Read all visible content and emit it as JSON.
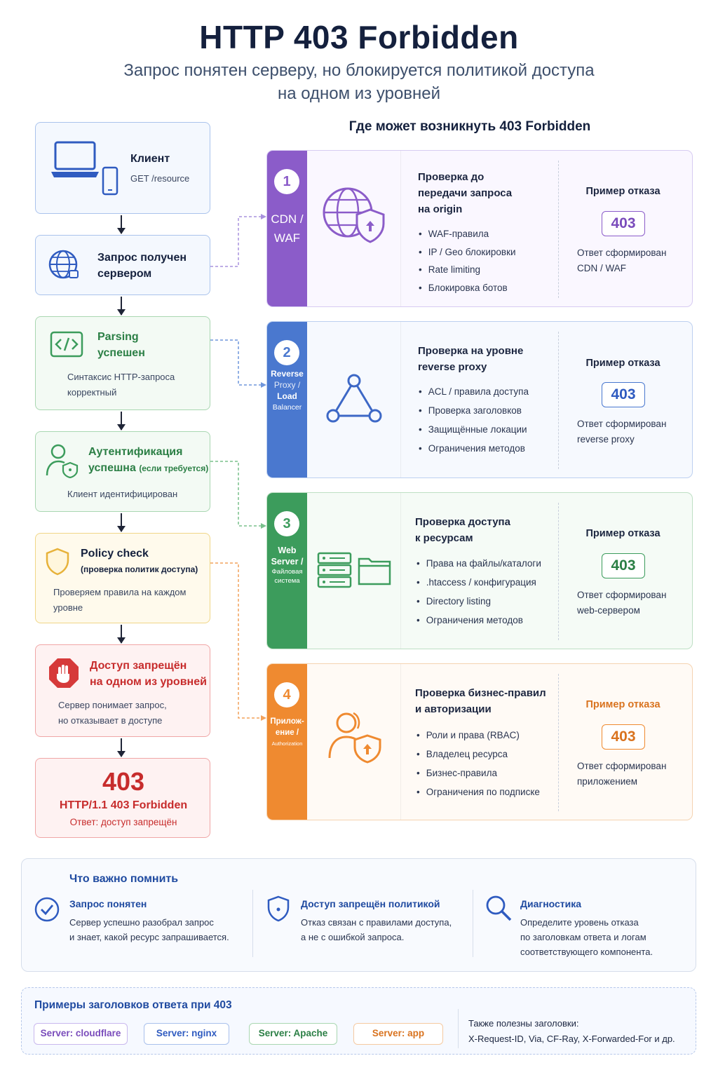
{
  "header": {
    "title": "HTTP 403 Forbidden",
    "subtitle_line1": "Запрос понятен серверу, но блокируется политикой доступа",
    "subtitle_line2": "на одном из уровней"
  },
  "flow": {
    "client": {
      "title": "Клиент",
      "desc": "GET /resource"
    },
    "received": {
      "title_line1": "Запрос получен",
      "title_line2": "сервером"
    },
    "parsing": {
      "title_line1": "Parsing",
      "title_line2": "успешен",
      "desc_line1": "Синтаксис HTTP-запроса",
      "desc_line2": "корректный"
    },
    "auth": {
      "title_line1": "Аутентификация",
      "title_line2": "успешна",
      "title_note": "(если требуется)",
      "desc": "Клиент идентифицирован"
    },
    "policy": {
      "title": "Policy check",
      "title_note": "(проверка политик доступа)",
      "desc_line1": "Проверяем правила на каждом",
      "desc_line2": "уровне"
    },
    "denied": {
      "title_line1": "Доступ запрещён",
      "title_line2": "на одном из уровней",
      "desc_line1": "Сервер понимает запрос,",
      "desc_line2": "но отказывает в доступе"
    },
    "result": {
      "code": "403",
      "status": "HTTP/1.1 403 Forbidden",
      "desc": "Ответ: доступ запрещён"
    }
  },
  "where_title": "Где может возникнуть 403 Forbidden",
  "layers": [
    {
      "num": "1",
      "label_line1": "CDN /",
      "label_line2": "WAF",
      "title_line1": "Проверка до",
      "title_line2": "передачи запроса",
      "title_line3": "на origin",
      "items": [
        "WAF-правила",
        "IP / Geo блокировки",
        "Rate limiting",
        "Блокировка ботов"
      ],
      "example_label": "Пример отказа",
      "code": "403",
      "resp_line1": "Ответ сформирован",
      "resp_line2": "CDN / WAF"
    },
    {
      "num": "2",
      "label_line1": "Reverse",
      "label_line2": "Proxy /",
      "label_line3": "Load",
      "label_line4": "Balancer",
      "title_line1": "Проверка на уровне",
      "title_line2": "reverse proxy",
      "items": [
        "ACL / правила доступа",
        "Проверка заголовков",
        "Защищённые локации",
        "Ограничения методов"
      ],
      "example_label": "Пример отказа",
      "code": "403",
      "resp_line1": "Ответ сформирован",
      "resp_line2": "reverse proxy"
    },
    {
      "num": "3",
      "label_line1": "Web",
      "label_line2": "Server /",
      "label_line3": "Файловая",
      "label_line4": "система",
      "title_line1": "Проверка доступа",
      "title_line2": "к ресурсам",
      "items": [
        "Права на файлы/каталоги",
        ".htaccess / конфигурация",
        "Directory listing",
        "Ограничения методов"
      ],
      "example_label": "Пример отказа",
      "code": "403",
      "resp_line1": "Ответ сформирован",
      "resp_line2": "web-сервером"
    },
    {
      "num": "4",
      "label_line1": "Прилож-",
      "label_line2": "ение /",
      "label_line3": "Authorization",
      "title_line1": "Проверка бизнес-правил",
      "title_line2": "и авторизации",
      "items": [
        "Роли и права (RBAC)",
        "Владелец ресурса",
        "Бизнес-правила",
        "Ограничения по подписке"
      ],
      "example_label": "Пример отказа",
      "code": "403",
      "resp_line1": "Ответ сформирован",
      "resp_line2": "приложением"
    }
  ],
  "remember": {
    "title": "Что важно помнить",
    "cols": [
      {
        "icon": "check-circle-icon",
        "title": "Запрос понятен",
        "line1": "Сервер успешно разобрал запрос",
        "line2": "и знает, какой ресурс запрашивается.",
        "line3": ""
      },
      {
        "icon": "shield-icon",
        "title": "Доступ запрещён политикой",
        "line1": "Отказ связан с правилами доступа,",
        "line2": "а не с ошибкой запроса.",
        "line3": ""
      },
      {
        "icon": "magnifier-icon",
        "title": "Диагностика",
        "line1": "Определите уровень отказа",
        "line2": "по заголовкам ответа и логам",
        "line3": "соответствующего компонента."
      }
    ]
  },
  "response_headers": {
    "title": "Примеры заголовков ответа при 403",
    "pills": [
      "Server: cloudflare",
      "Server: nginx",
      "Server: Apache",
      "Server: app"
    ],
    "also_line1": "Также полезны заголовки:",
    "also_line2": "X-Request-ID, Via, CF-Ray, X-Forwarded-For и др."
  },
  "colors": {
    "navy": "#14203d",
    "blue": "#1f4aa0",
    "purple": "#8b5cc9",
    "proxy_blue": "#4a78cf",
    "green": "#3c9c5c",
    "orange": "#ef8a30",
    "red": "#d63a3a",
    "yellow": "#e7b23a"
  }
}
